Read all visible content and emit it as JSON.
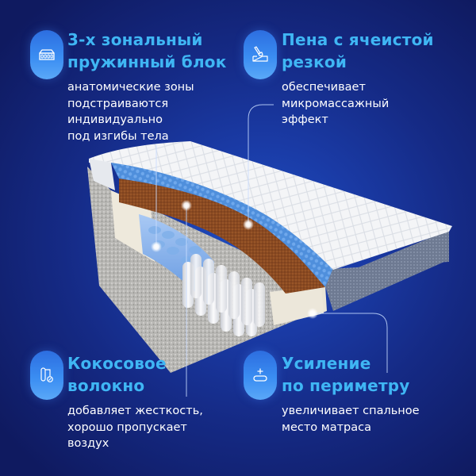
{
  "colors": {
    "background_dark": "#0f1a60",
    "background_glow": "#1f4fc4",
    "title": "#3fb6f4",
    "text": "#ffffff",
    "icon_pill": "#3a8df2",
    "callout_line": "#c8dcff"
  },
  "features": [
    {
      "id": "spring-block",
      "icon": "spring-block-icon",
      "title_lines": [
        "3-х зональный",
        "пружинный блок"
      ],
      "desc_lines": [
        "анатомические зоны",
        "подстраиваются",
        "индивидуально",
        "под изгибы тела"
      ]
    },
    {
      "id": "cellular-foam",
      "icon": "foam-cutting-icon",
      "title_lines": [
        "Пена с ячеистой",
        "резкой"
      ],
      "desc_lines": [
        "обеспечивает",
        "микромассажный",
        "эффект"
      ]
    },
    {
      "id": "coconut-fiber",
      "icon": "coconut-fiber-icon",
      "title_lines": [
        "Кокосовое",
        "волокно"
      ],
      "desc_lines": [
        "добавляет жесткость,",
        "хорошо пропускает",
        "воздух"
      ]
    },
    {
      "id": "perimeter-reinforcement",
      "icon": "perimeter-plus-icon",
      "title_lines": [
        "Усиление",
        "по периметру"
      ],
      "desc_lines": [
        "увеличивает спальное",
        "место матраса"
      ]
    }
  ]
}
